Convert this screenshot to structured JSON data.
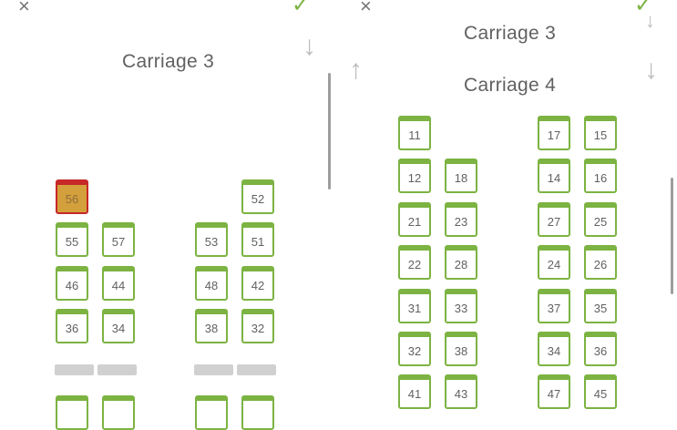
{
  "panels": {
    "left": {
      "close_icon": "×",
      "confirm_icon": "✓",
      "carriage_title": "Carriage 3",
      "down_arrow": "↓",
      "up_arrow": "↑",
      "seats": [
        {
          "num": "56",
          "selected": true
        },
        {
          "num": "52"
        },
        {
          "num": "55"
        },
        {
          "num": "57"
        },
        {
          "num": "53"
        },
        {
          "num": "51"
        },
        {
          "num": "46"
        },
        {
          "num": "44"
        },
        {
          "num": "48"
        },
        {
          "num": "42"
        },
        {
          "num": "36"
        },
        {
          "num": "34"
        },
        {
          "num": "38"
        },
        {
          "num": "32"
        }
      ]
    },
    "right": {
      "close_icon": "×",
      "confirm_icon": "✓",
      "prev_carriage_title": "Carriage 3",
      "carriage_title": "Carriage 4",
      "down_arrow": "↓",
      "seats": [
        {
          "num": "11"
        },
        {
          "num": "17"
        },
        {
          "num": "15"
        },
        {
          "num": "12"
        },
        {
          "num": "18"
        },
        {
          "num": "14"
        },
        {
          "num": "16"
        },
        {
          "num": "21"
        },
        {
          "num": "23"
        },
        {
          "num": "27"
        },
        {
          "num": "25"
        },
        {
          "num": "22"
        },
        {
          "num": "28"
        },
        {
          "num": "24"
        },
        {
          "num": "26"
        },
        {
          "num": "31"
        },
        {
          "num": "33"
        },
        {
          "num": "37"
        },
        {
          "num": "35"
        },
        {
          "num": "32"
        },
        {
          "num": "38"
        },
        {
          "num": "34"
        },
        {
          "num": "36"
        },
        {
          "num": "41"
        },
        {
          "num": "43"
        },
        {
          "num": "47"
        },
        {
          "num": "45"
        }
      ]
    }
  },
  "colors": {
    "seat_border": "#7cb342",
    "selected_fill": "#d4a03c",
    "selected_border": "#c62828",
    "table": "#d0d0d0"
  }
}
